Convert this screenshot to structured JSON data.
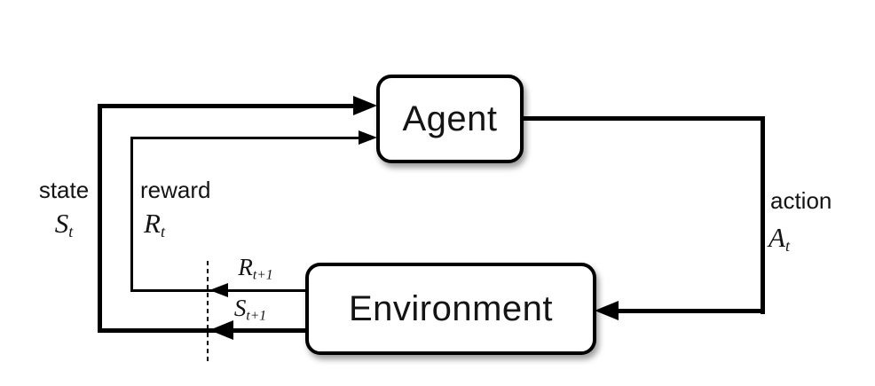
{
  "figure": {
    "title": "agent-environment-interaction-loop",
    "background": "#ffffff",
    "line_color": "#000000",
    "nodes": {
      "agent": {
        "label": "Agent"
      },
      "environment": {
        "label": "Environment"
      }
    },
    "labels": {
      "state": {
        "word": "state",
        "symbol_base": "S",
        "symbol_sub": "t"
      },
      "reward": {
        "word": "reward",
        "symbol_base": "R",
        "symbol_sub": "t"
      },
      "action": {
        "word": "action",
        "symbol_base": "A",
        "symbol_sub": "t"
      },
      "next_reward": {
        "symbol_base": "R",
        "symbol_sub": "t+1"
      },
      "next_state": {
        "symbol_base": "S",
        "symbol_sub": "t+1"
      }
    }
  }
}
